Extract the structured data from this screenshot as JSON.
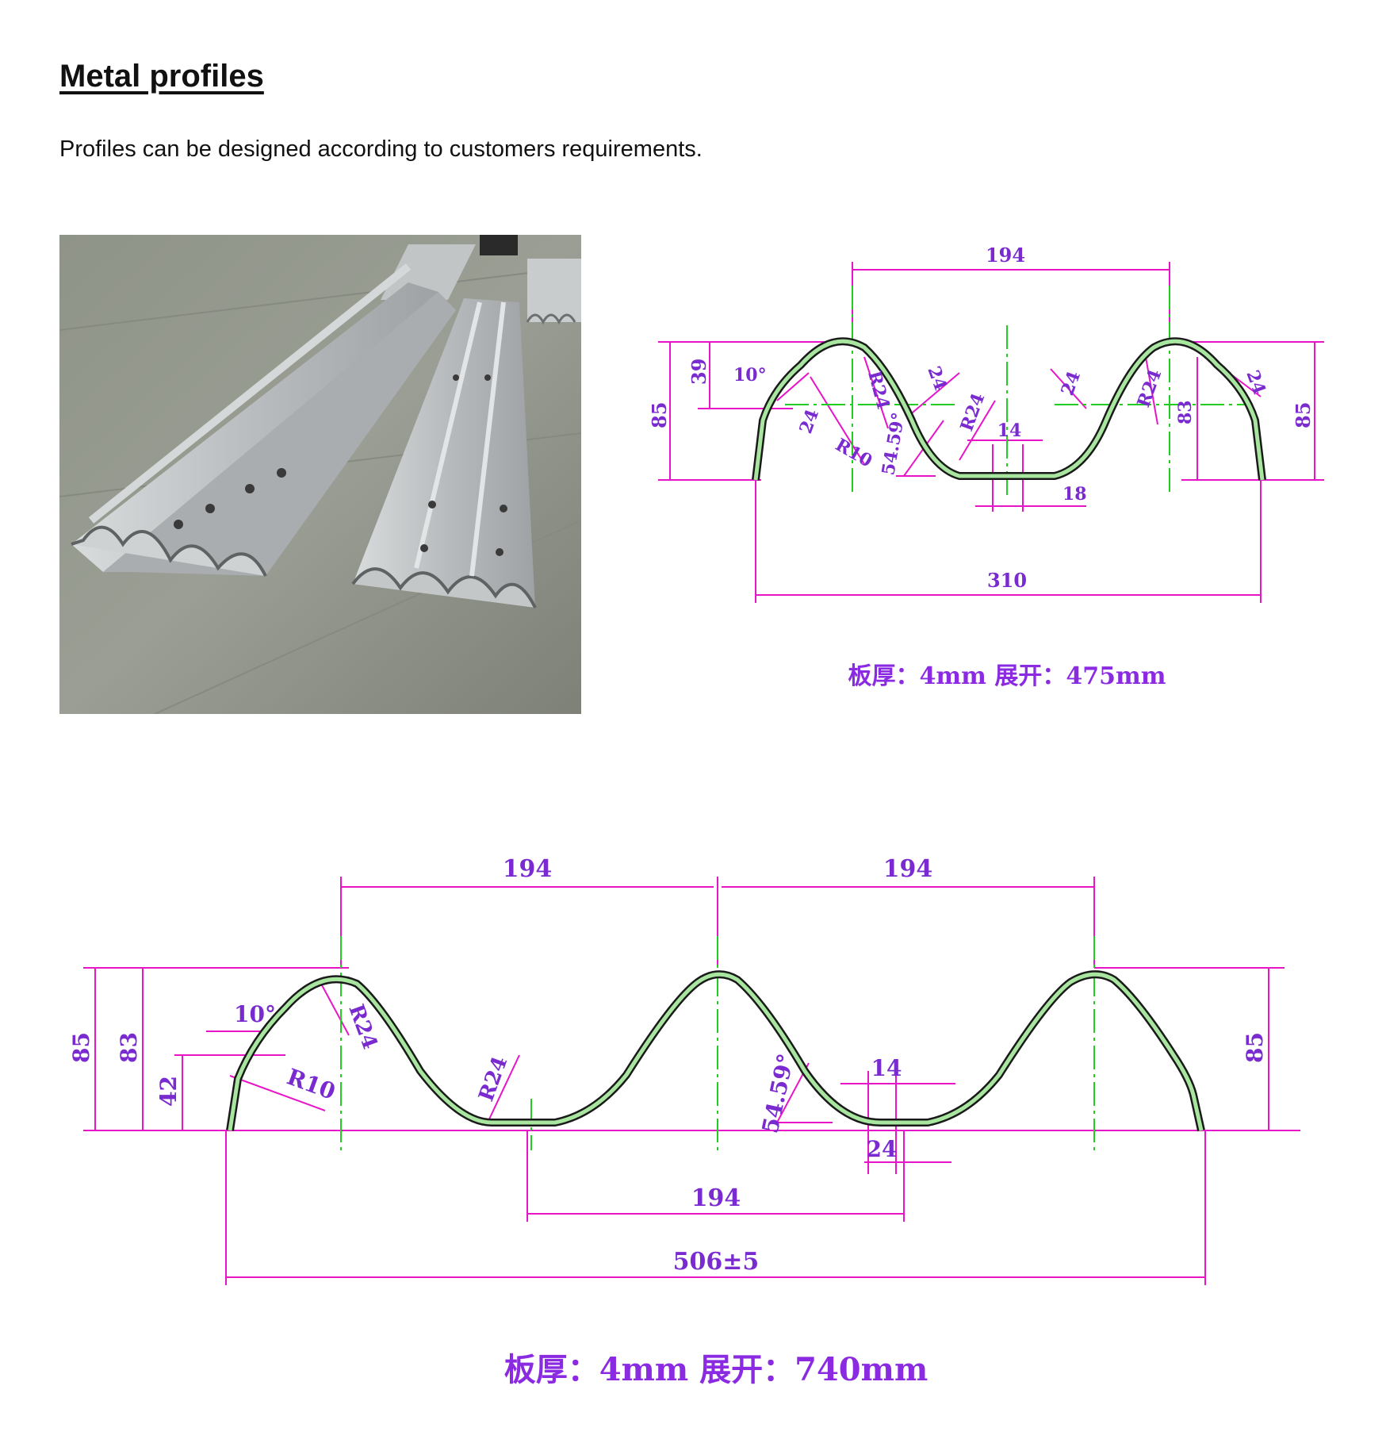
{
  "header": {
    "title": "Metal profiles",
    "subtitle": "Profiles can be designed according to customers requirements."
  },
  "photo": {
    "subject": "metal-guardrail-profiles-photo"
  },
  "colors": {
    "dimension": "#e815c8",
    "dimension_text": "#7a2bd0",
    "centerline": "#22cc22",
    "profile_stroke": "#1a1a1a",
    "profile_fill": "#a8e6a0",
    "caption": "#8a2be2"
  },
  "drawing1": {
    "dims": {
      "top_width": "194",
      "height_39": "39",
      "angle_10": "10°",
      "radius_r24_a": "R24",
      "r24_leader_24_a": "24",
      "r24_leader_24_b": "24",
      "r24_leader_24_c": "24",
      "r24_leader_24_d": "24",
      "radius_r24_b": "R24",
      "radius_r24_c": "R24",
      "radius_r10": "R10",
      "angle_54": "54.59°",
      "bottom_14": "14",
      "bottom_18": "18",
      "height_83": "83",
      "left_85": "85",
      "right_85": "85",
      "total_width": "310"
    },
    "caption": "板厚：4mm 展开：475mm"
  },
  "drawing2": {
    "dims": {
      "top_width_left": "194",
      "top_width_right": "194",
      "left_85": "85",
      "left_83": "83",
      "left_42": "42",
      "angle_10": "10°",
      "radius_r10": "R10",
      "radius_r24_a": "R24",
      "radius_r24_b": "R24",
      "angle_54": "54.59°",
      "bottom_14": "14",
      "bottom_24": "24",
      "bottom_194": "194",
      "total_width": "506±5",
      "right_85": "85"
    },
    "caption": "板厚：4mm 展开：740mm"
  }
}
